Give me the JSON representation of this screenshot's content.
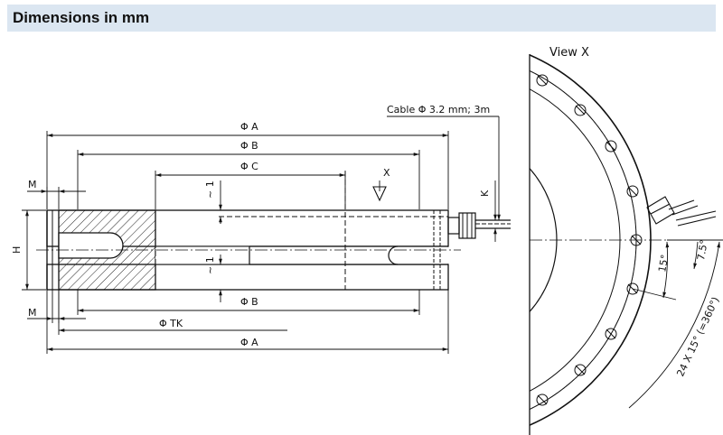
{
  "header": {
    "title": "Dimensions in mm"
  },
  "labels": {
    "dim_a_top": "Φ A",
    "dim_b_top": "Φ B",
    "dim_c": "Φ C",
    "dim_b_bottom": "Φ B",
    "dim_tk": "Φ TK",
    "dim_a_bottom": "Φ A",
    "dim_m_top": "M",
    "dim_m_bottom": "M",
    "dim_h": "H",
    "dim_gap_top": "~ 1",
    "dim_gap_bottom": "~ 1",
    "dim_k": "K",
    "view_marker": "X",
    "cable": "Cable Φ 3.2 mm; 3m",
    "view_title": "View X",
    "angle_15": "15°",
    "angle_75": "7.5°",
    "angle_total": "24 X 15° (=360°)"
  },
  "colors": {
    "line": "#111111",
    "header_bg": "#dbe6f1"
  }
}
